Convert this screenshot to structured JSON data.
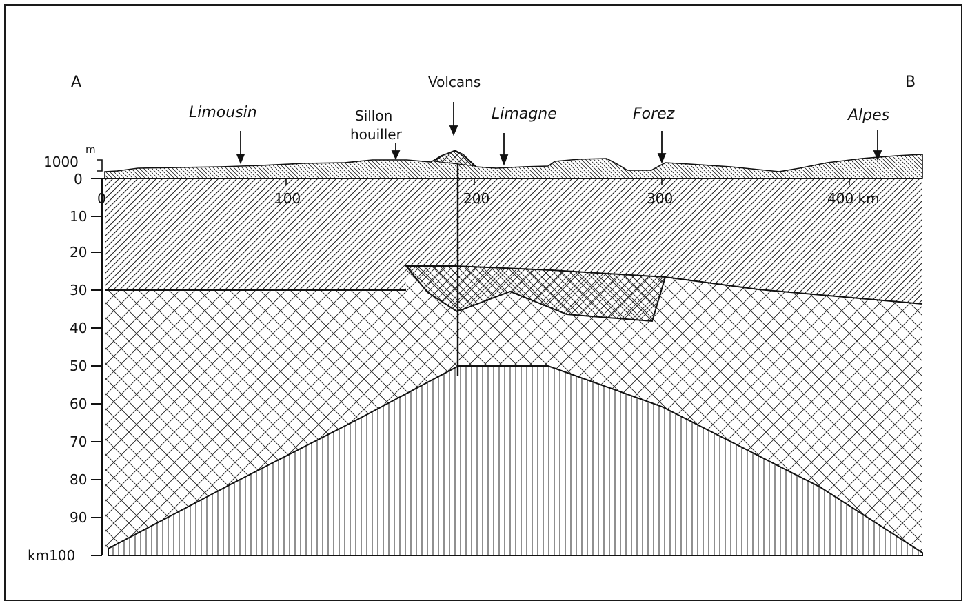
{
  "endpoints": {
    "left": "A",
    "right": "B"
  },
  "places": {
    "limousin": "Limousin",
    "sillon_line1": "Sillon",
    "sillon_line2": "houiller",
    "volcans": "Volcans",
    "limagne": "Limagne",
    "forez": "Forez",
    "alpes": "Alpes"
  },
  "elevation_axis": {
    "tick_1000": "1000",
    "unit": "m",
    "tick_0": "0"
  },
  "distance_axis": {
    "ticks": [
      "0",
      "100",
      "200",
      "300",
      "400 km"
    ]
  },
  "depth_axis": {
    "ticks": [
      "10",
      "20",
      "30",
      "40",
      "50",
      "60",
      "70",
      "80",
      "90"
    ],
    "bottom": "km100"
  }
}
